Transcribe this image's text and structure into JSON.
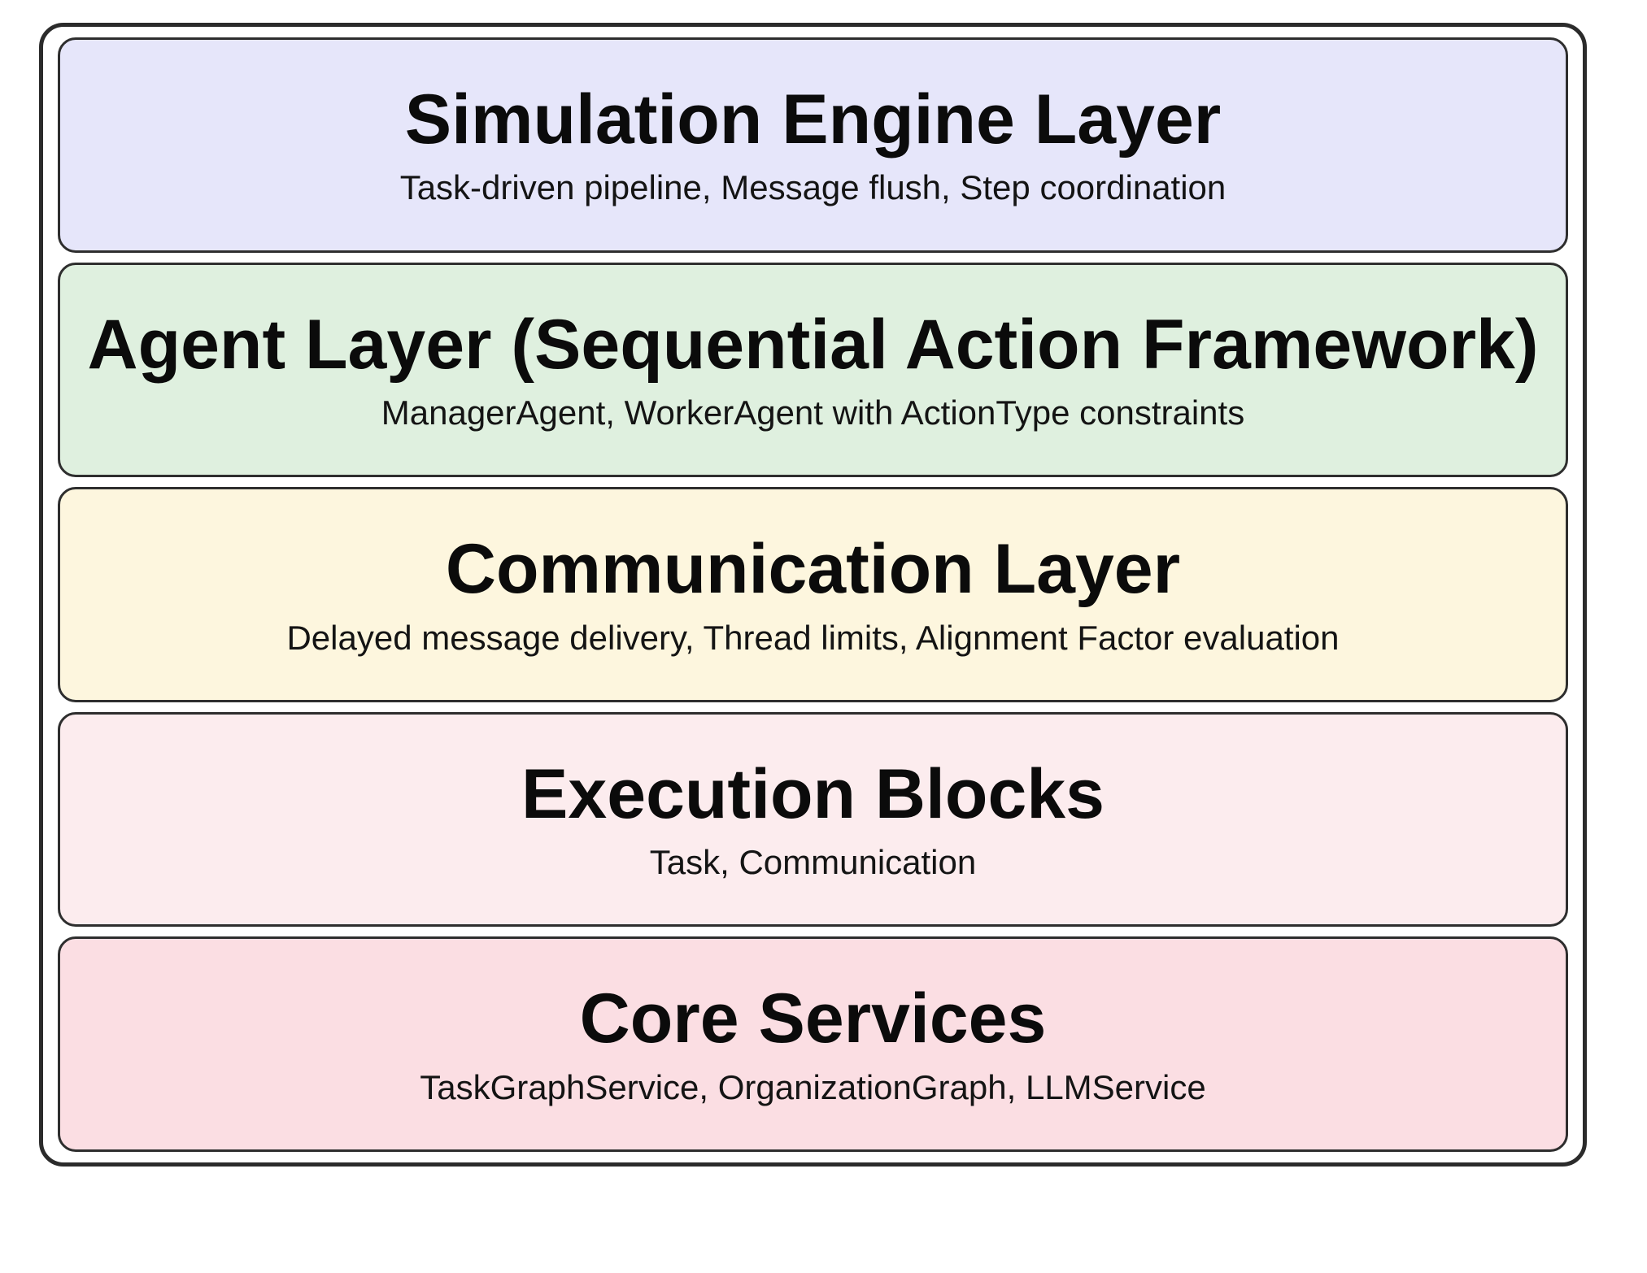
{
  "diagram": {
    "title": "Layered architecture diagram",
    "frame_border_color": "#2b2b2b",
    "box_border_color": "#2e2e2e",
    "text_color": "#0b0b0b",
    "layers": [
      {
        "id": "simulation-engine-layer",
        "title": "Simulation Engine Layer",
        "subtitle": "Task-driven pipeline, Message flush, Step coordination",
        "bg": "#E6E6FA"
      },
      {
        "id": "agent-layer",
        "title": "Agent Layer (Sequential Action Framework)",
        "subtitle": "ManagerAgent, WorkerAgent with ActionType constraints",
        "bg": "#DFF0DF"
      },
      {
        "id": "communication-layer",
        "title": "Communication Layer",
        "subtitle": "Delayed message delivery, Thread limits, Alignment Factor evaluation",
        "bg": "#FDF6DE"
      },
      {
        "id": "execution-blocks",
        "title": "Execution Blocks",
        "subtitle": "Task, Communication",
        "bg": "#FCECEE"
      },
      {
        "id": "core-services",
        "title": "Core Services",
        "subtitle": "TaskGraphService, OrganizationGraph, LLMService",
        "bg": "#FBDEE3"
      }
    ]
  }
}
